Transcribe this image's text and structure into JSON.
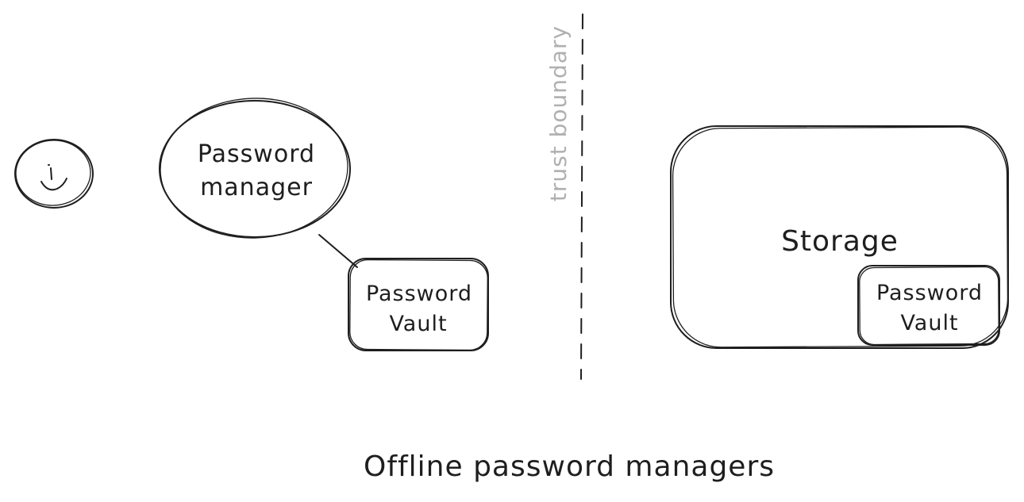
{
  "nodes": {
    "user": {
      "icon": "smiley-face-icon"
    },
    "password_manager": {
      "line1": "Password",
      "line2": "manager"
    },
    "password_vault_local": {
      "line1": "Password",
      "line2": "Vault"
    },
    "storage": {
      "label": "Storage"
    },
    "password_vault_storage": {
      "line1": "Password",
      "line2": "Vault"
    }
  },
  "trust_boundary": {
    "label": "trust boundary"
  },
  "title": "Offline password managers",
  "colors": {
    "ink": "#1e1e1e",
    "boundary_label": "#b0b0b0",
    "background": "#ffffff"
  }
}
